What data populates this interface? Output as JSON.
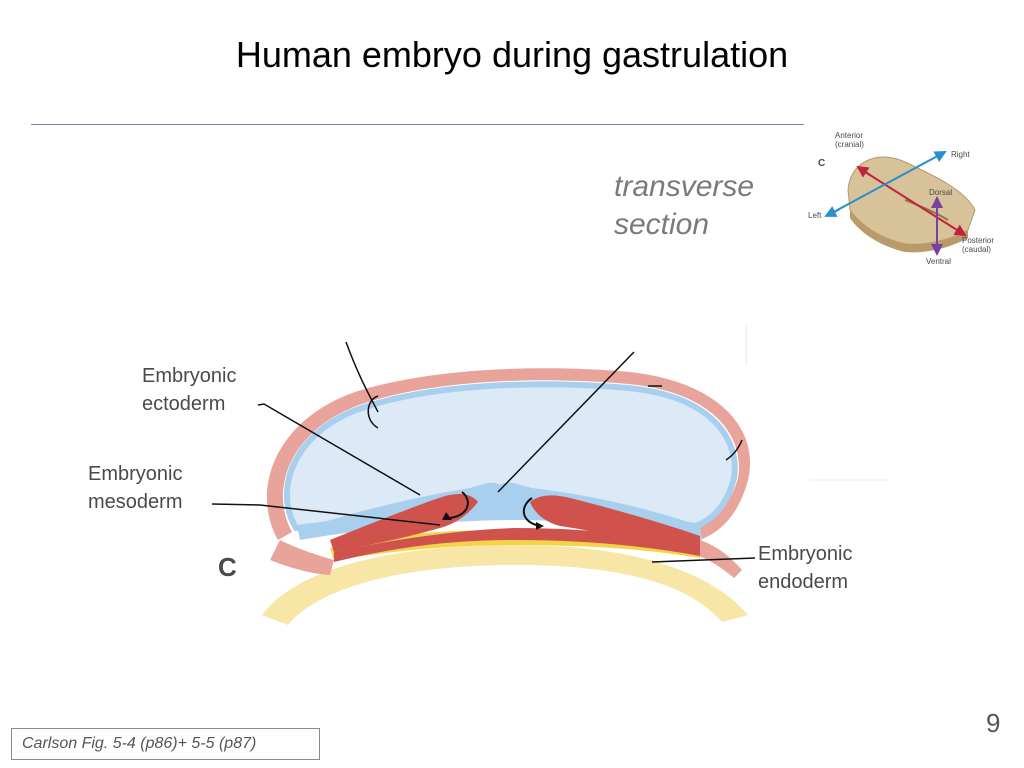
{
  "slide": {
    "title": "Human embryo during gastrulation",
    "section_label_line1": "transverse",
    "section_label_line2": "section",
    "page_number": "9",
    "citation": "Carlson Fig. 5-4 (p86)+ 5-5 (p87)"
  },
  "orientation_diagram": {
    "panel_letter": "C",
    "anterior": "Anterior",
    "cranial": "(cranial)",
    "right": "Right",
    "dorsal": "Dorsal",
    "left": "Left",
    "posterior": "Posterior",
    "caudal": "(caudal)",
    "ventral": "Ventral",
    "colors": {
      "embryo": "#d8c29a",
      "anterior_posterior_arrow": "#c0243c",
      "left_right_arrow": "#2a8fcf",
      "dorsal_ventral_arrow": "#7b3fa0"
    }
  },
  "main_diagram": {
    "panel_letter": "C",
    "labels": {
      "ectoderm_line1": "Embryonic",
      "ectoderm_line2": "ectoderm",
      "mesoderm_line1": "Embryonic",
      "mesoderm_line2": "mesoderm",
      "endoderm_line1": "Embryonic",
      "endoderm_line2": "endoderm"
    },
    "colors": {
      "amnion": "#e8a39a",
      "amniotic_cavity": "#dce9f6",
      "ectoderm": "#a9cfee",
      "mesoderm": "#d0524c",
      "endoderm": "#f2d349",
      "yolk_sac_wall": "#f7e6a6",
      "leader_line": "#111111"
    }
  }
}
